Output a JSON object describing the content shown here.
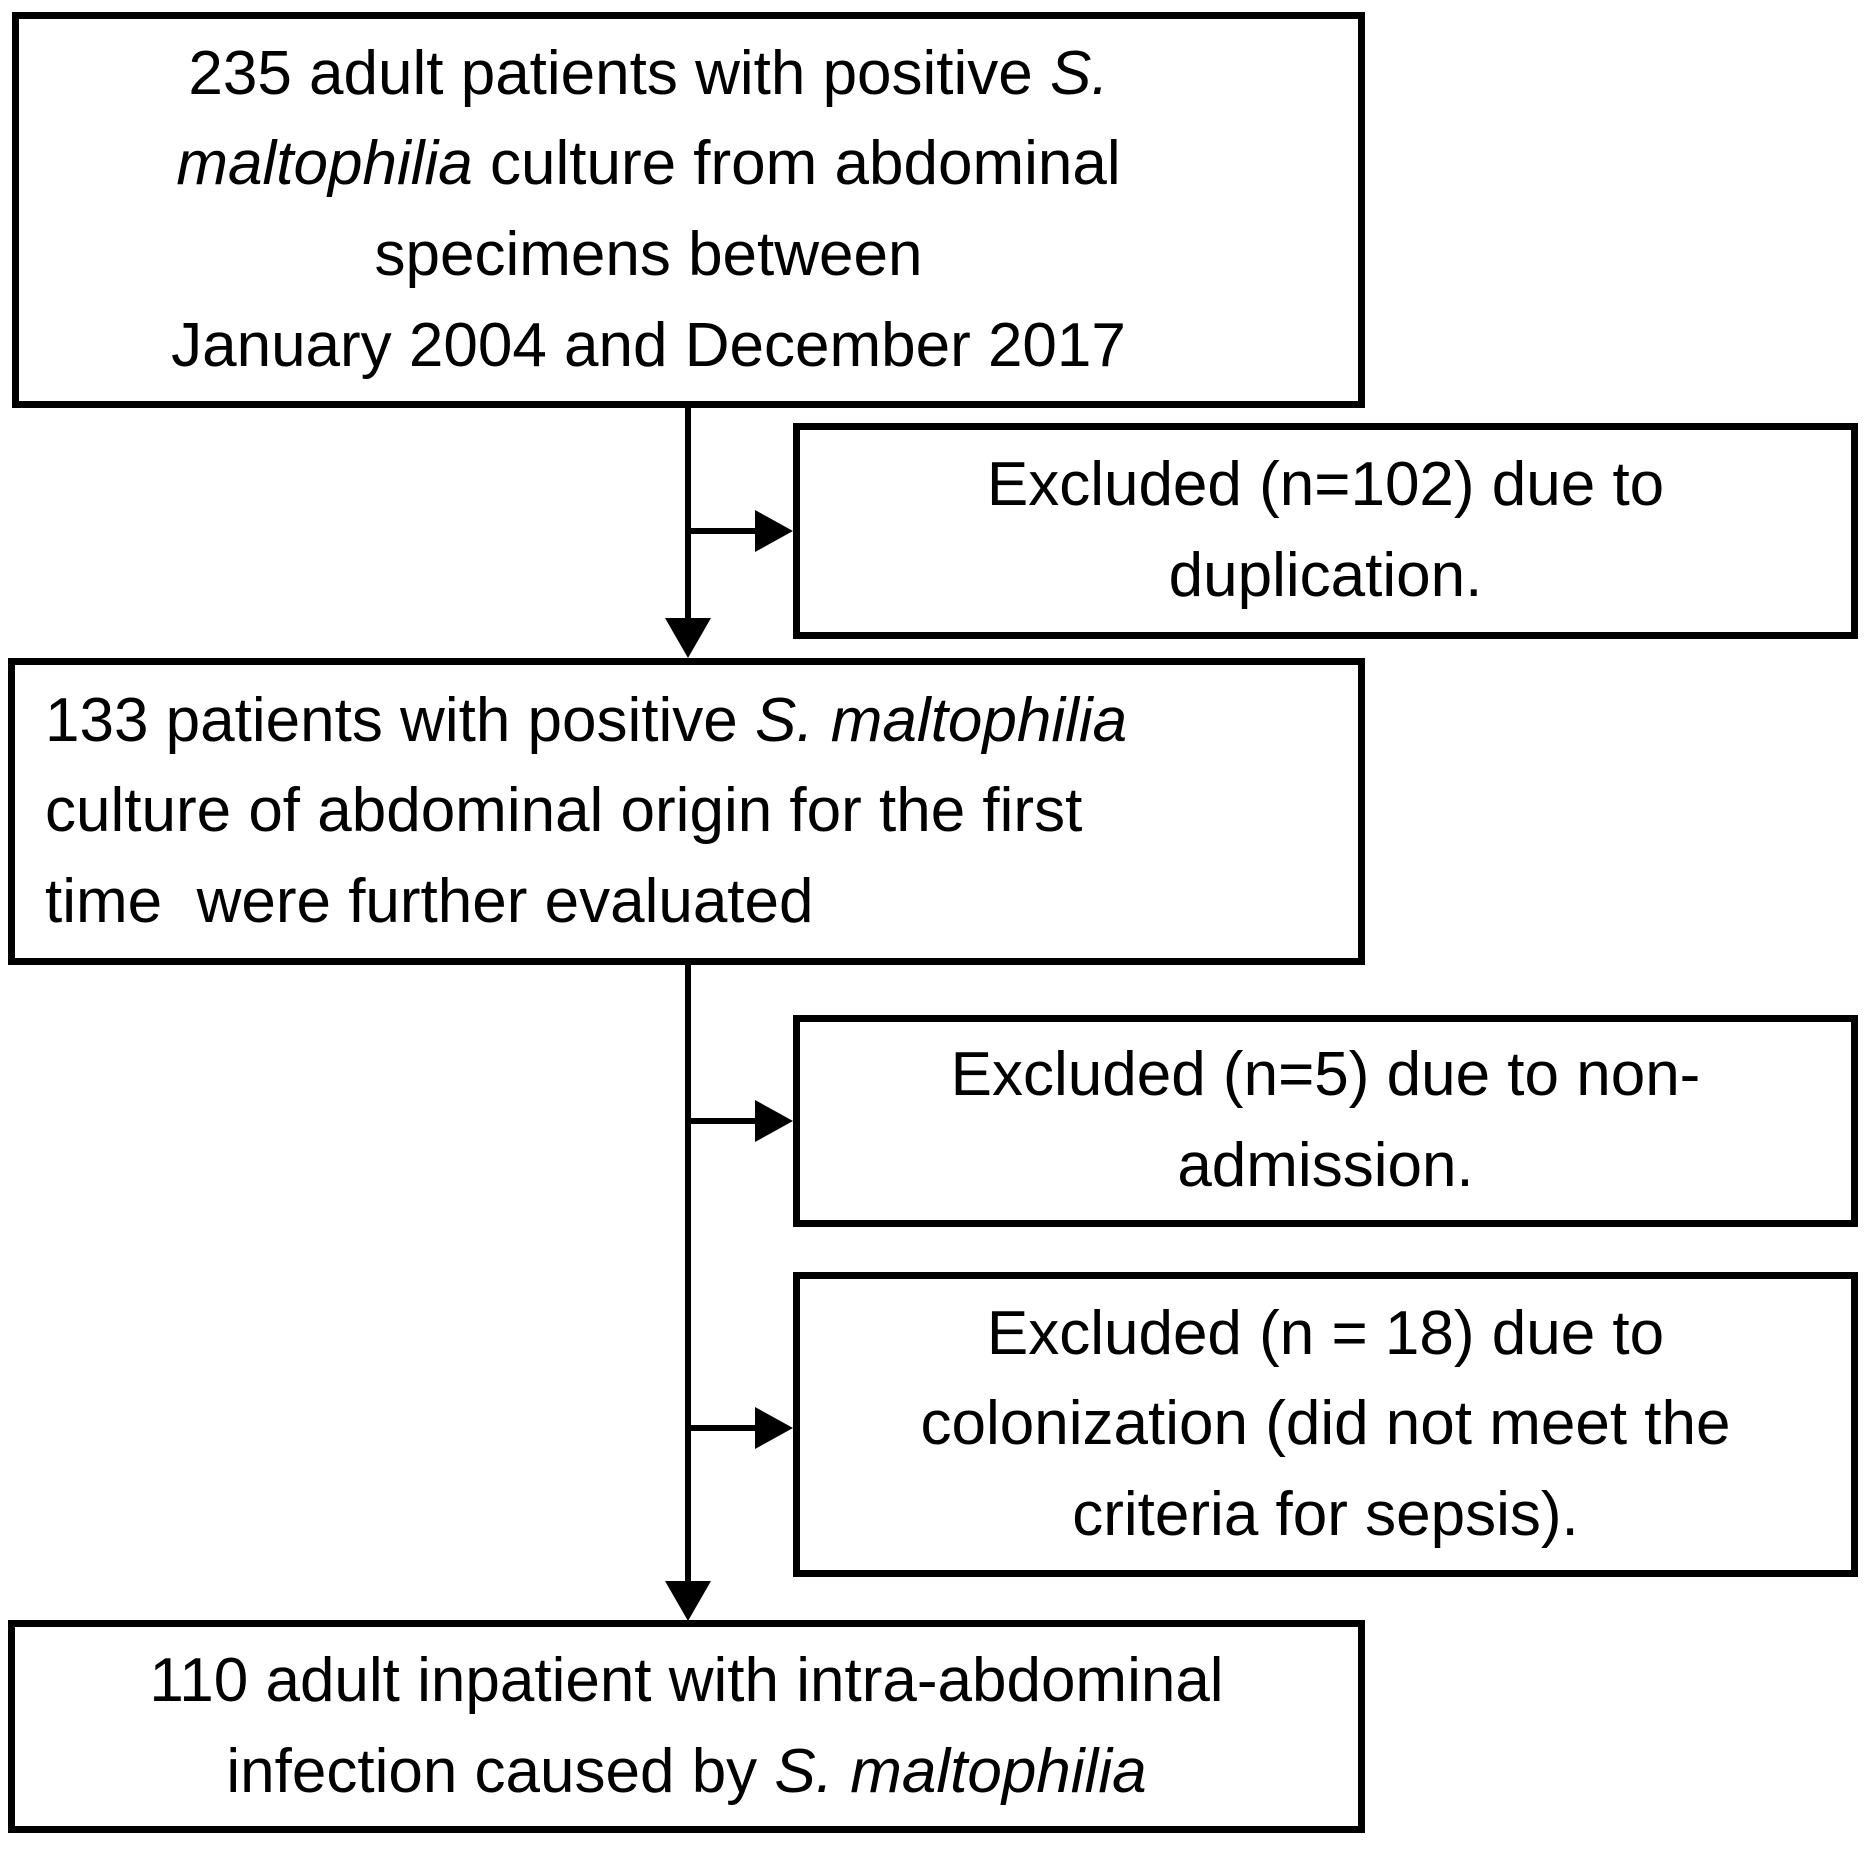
{
  "colors": {
    "background": "#ffffff",
    "line": "#000000",
    "text": "#000000"
  },
  "boxes": {
    "initial": {
      "lines": [
        [
          "235 adult patients with positive ",
          "S."
        ],
        [
          "maltophilia",
          " culture from abdominal"
        ],
        [
          "specimens between"
        ],
        [
          "January 2004 and December 2017"
        ]
      ]
    },
    "excluded_duplication": {
      "lines": [
        [
          "Excluded (n=102) due to"
        ],
        [
          "duplication."
        ]
      ]
    },
    "evaluated": {
      "lines": [
        [
          "133 patients with positive ",
          "S. maltophilia"
        ],
        [
          "culture of abdominal origin for the first"
        ],
        [
          "time  were further evaluated"
        ]
      ]
    },
    "excluded_non_admission": {
      "lines": [
        [
          "Excluded (n=5) due to non-"
        ],
        [
          "admission."
        ]
      ]
    },
    "excluded_colonization": {
      "lines": [
        [
          "Excluded (n = 18) due to"
        ],
        [
          "colonization (did not meet the"
        ],
        [
          "criteria for sepsis)."
        ]
      ]
    },
    "final": {
      "lines": [
        [
          "110 adult inpatient with intra-abdominal"
        ],
        [
          "infection caused by ",
          "S. maltophilia"
        ]
      ]
    }
  }
}
